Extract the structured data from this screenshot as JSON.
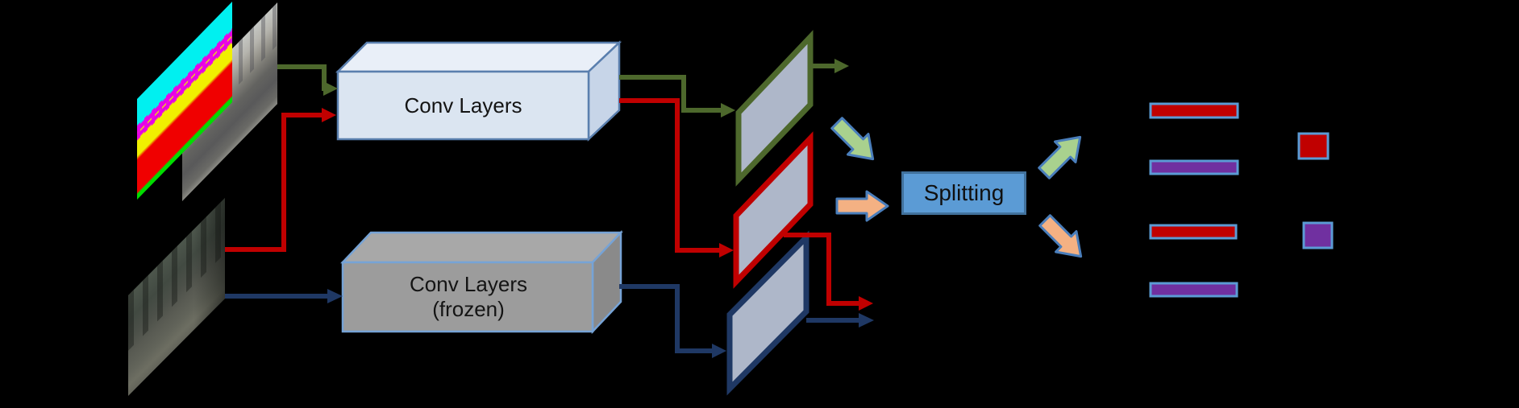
{
  "labels": {
    "conv_top": "Conv Layers",
    "conv_frozen_line1": "Conv Layers",
    "conv_frozen_line2": "(frozen)",
    "splitting": "Splitting"
  },
  "colors": {
    "background": "#000000",
    "arrow-green": "#4d682c",
    "arrow-red": "#c00000",
    "arrow-blue": "#1f3864",
    "box-blue-front": "#dbe5f1",
    "box-blue-top": "#e9eff8",
    "box-blue-side": "#c7d5e8",
    "box-blue-border": "#5a7fae",
    "box-gray-front": "#9c9c9c",
    "box-gray-top": "#a8a8a8",
    "box-gray-side": "#8a8a8a",
    "box-gray-border": "#76a3d6",
    "fmap-fill": "#aeb7c9",
    "splitting-fill": "#5b9bd5",
    "splitting-border": "#41719c",
    "block-green": "#a9d18e",
    "block-orange": "#f4b183",
    "block-border": "#4a7ebb",
    "bar-border": "#5b9bd5",
    "bar-red": "#c00000",
    "bar-purple": "#7030a0"
  },
  "bars": [
    {
      "fill": "#c00000"
    },
    {
      "fill": "#7030a0"
    },
    {
      "fill": "#c00000"
    },
    {
      "fill": "#7030a0"
    }
  ],
  "legend_swatches": [
    {
      "fill": "#c00000"
    },
    {
      "fill": "#7030a0"
    }
  ]
}
